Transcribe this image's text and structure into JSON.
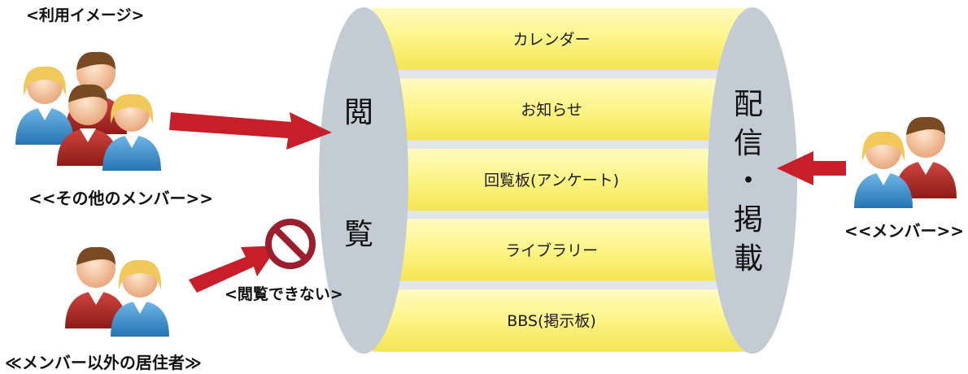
{
  "title": "<利用イメージ>",
  "groups": {
    "others": "<<その他のメンバー>>",
    "non_members": "≪メンバー以外の居住者≫",
    "members": "<<メンバー>>"
  },
  "cannot_view": "<閲覧できない>",
  "view_label": [
    "閲",
    "覧"
  ],
  "publish_label": [
    "配",
    "信",
    "・",
    "掲",
    "載"
  ],
  "services": [
    "カレンダー",
    "お知らせ",
    "回覧板(アンケート)",
    "ライブラリー",
    "BBS(掲示板)"
  ],
  "colors": {
    "service_band": "#fdf487",
    "service_band_edge": "#f6e84a",
    "cylinder_cap": "#c3ccd4",
    "arrow": "#c81e2a",
    "prohibited": "#9b1e2e"
  }
}
